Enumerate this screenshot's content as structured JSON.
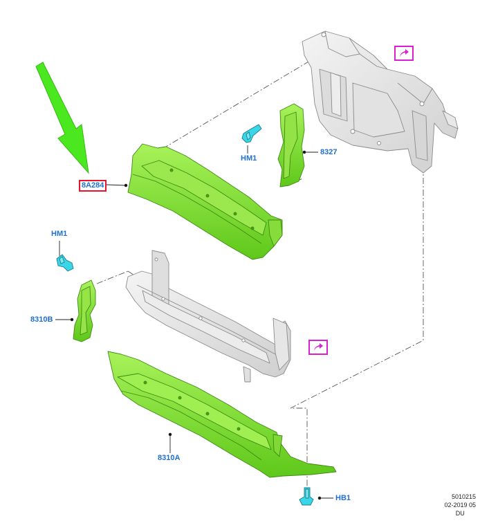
{
  "labels": {
    "part_8a284": "8A284",
    "part_8327": "8327",
    "part_8310b": "8310B",
    "part_8310a": "8310A",
    "hm1_top": "HM1",
    "hm1_left": "HM1",
    "hb1": "HB1"
  },
  "footer": {
    "code": "5010215",
    "date": "02-2019 05",
    "region": "DU"
  },
  "colors": {
    "highlight_part": "#7ee82e",
    "fastener": "#3ad6e8",
    "label_text": "#1f6fd1",
    "highlight_box": "#e8122a",
    "link_icon": "#d81fd4",
    "arrow": "#4be820",
    "structure_gray": "#e6e6e6"
  },
  "icons": [
    "green-pointer-arrow-icon",
    "external-link-icon"
  ]
}
